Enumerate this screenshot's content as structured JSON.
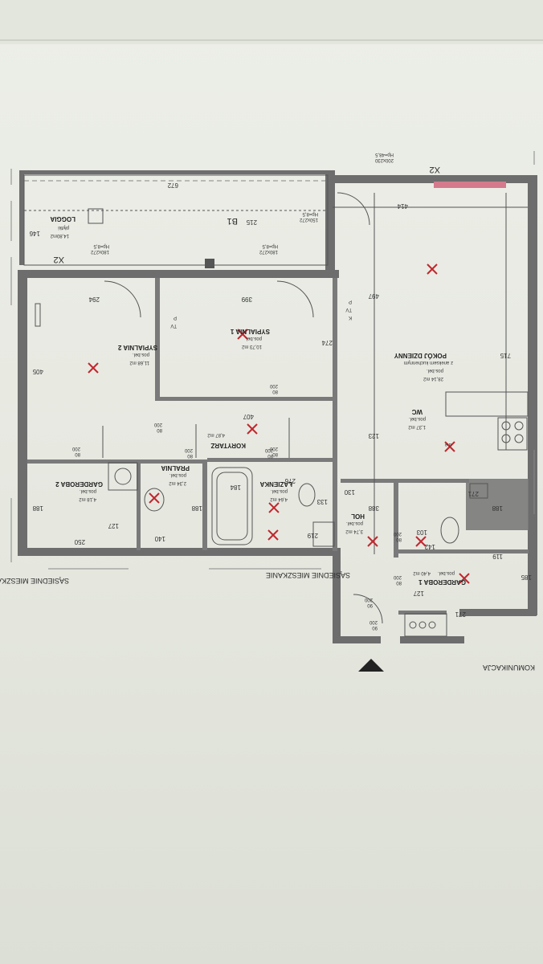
{
  "labels": {
    "neighbor_left": "SĄSIEDNIE MIESZKANIE",
    "neighbor_bottom": "SĄSIEDNIE MIESZKANIE",
    "corridor_outside": "KOMUNIKACJA",
    "top_window": "200x230\nHp=48,5",
    "x2_top": "X2",
    "x2_loggia": "X2"
  },
  "rooms": {
    "loggia": {
      "name": "LOGGIA",
      "floor": "płytki",
      "area": "14,80m2"
    },
    "bedroom1": {
      "name": "SYPIALNIA 1",
      "floor": "pos.bel.",
      "area": "10,73 m2"
    },
    "bedroom2": {
      "name": "SYPIALNIA 2",
      "floor": "pos.bel.",
      "area": "11,68 m2"
    },
    "living": {
      "name": "POKÓJ DZIENNY",
      "sub": "z aneksem kuchennym",
      "floor": "pos.bel.",
      "area": "28,14 m2"
    },
    "wc": {
      "name": "WC",
      "floor": "pos.bel.",
      "area": "1,37 m2"
    },
    "corridor": {
      "name": "KORYTARZ",
      "area": "4,87 m2"
    },
    "laundry": {
      "name": "PRALNIA",
      "floor": "pos.bel.",
      "area": "2,34 m2"
    },
    "wardrobe2": {
      "name": "GARDEROBA 2",
      "floor": "pos.bel.",
      "area": "4,18 m2"
    },
    "bathroom": {
      "name": "ŁAZIENKA",
      "floor": "pos.bel.",
      "area": "4,64 m2"
    },
    "hall": {
      "name": "HOL",
      "floor": "pos.bel.",
      "area": "3,74 m2"
    },
    "wardrobe1": {
      "name": "GARDEROBA 1",
      "floor": "pos.bel.",
      "area": "4,40 m2"
    }
  },
  "dimensions": {
    "d672": "672",
    "d215": "215",
    "d146": "146",
    "d414": "414",
    "d715": "715",
    "d497": "497",
    "d123": "123",
    "d405": "405",
    "d294": "294",
    "d399": "399",
    "d274": "274",
    "d407": "407",
    "d188a": "188",
    "d127a": "127",
    "d250": "250",
    "d188b": "188",
    "d140": "140",
    "d276": "276",
    "d184": "184",
    "d219": "219",
    "d133": "133",
    "d130": "130",
    "d388": "388",
    "d103": "103",
    "d142": "142",
    "d119": "119",
    "d185": "185",
    "d127b": "127",
    "d271a": "271",
    "d271b": "271",
    "d188c": "188"
  },
  "openings": {
    "w1": "180x272\nHp=8,5",
    "w2": "180x272\nHp=8,5",
    "w3": "150x272\nHp=8,5",
    "door_b2": "80\n200",
    "door_b1": "80\n200",
    "door_corr": "80\n200",
    "door_laundry": "80\n200",
    "door_bath": "80\n200",
    "door_wardrobe2": "80\n200",
    "door_hall": "90\n200",
    "door_wc": "80\n200",
    "door_g1": "80\n200",
    "door_ent": "90\n200"
  },
  "symbols": {
    "b1": "B1",
    "tv": "TV",
    "p": "P",
    "k": "K",
    "tv2": "TV",
    "p2": "P",
    "de": "d.e"
  }
}
